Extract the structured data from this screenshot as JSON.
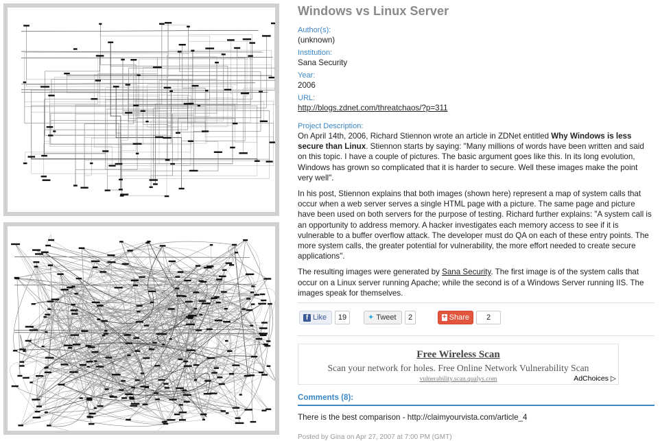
{
  "title": "Windows vs Linux Server",
  "fields": {
    "author_label": "Author(s):",
    "author_value": "(unknown)",
    "institution_label": "Institution:",
    "institution_value": "Sana Security",
    "year_label": "Year:",
    "year_value": "2006",
    "url_label": "URL:",
    "url_value": "http://blogs.zdnet.com/threatchaos/?p=311",
    "description_label": "Project Description:"
  },
  "description": {
    "p1_before": "On April 14th, 2006, Richard Stiennon wrote an article in ZDNet entitled ",
    "p1_bold": "Why Windows is less secure than Linux",
    "p1_after": ". Stiennon starts by saying: \"Many millions of words have been written and said on this topic. I have a couple of pictures. The basic argument goes like this. In its long evolution, Windows has grown so complicated that it is harder to secure. Well these images make the point very well\".",
    "p2": "In his post, Stiennon explains that both images (shown here) represent a map of system calls that occur when a web server serves a single HTML page with a picture. The same page and picture have been used on both servers for the purpose of testing. Richard further explains: \"A system call is an opportunity to address memory. A hacker investigates each memory access to see if it is vulnerable to a buffer overflow attack. The developer must do QA on each of these entry points. The more system calls, the greater potential for vulnerability, the more effort needed to create secure applications\".",
    "p3_before": "The resulting images were generated by ",
    "p3_link": "Sana Security",
    "p3_after": ". The first image is of the system calls that occur on a Linux server running Apache; while the second is of a Windows Server running IIS. The images speak for themselves."
  },
  "social": {
    "like_label": "Like",
    "like_count": "19",
    "tweet_label": "Tweet",
    "tweet_count": "2",
    "share_label": "Share",
    "share_count": "2"
  },
  "ad": {
    "title": "Free Wireless Scan",
    "text": "Scan your network for holes. Free Online Network Vulnerability Scan",
    "url": "vulnerability.scan.qualys.com",
    "choices": "AdChoices"
  },
  "comments": {
    "title": "Comments (8):",
    "first_text": "There is the best comparison - http://claimyourvista.com/article_4",
    "posted": "Posted by Gina on Apr 27, 2007 at 7:00 PM (GMT)"
  },
  "colors": {
    "accent_blue": "#3a87c8",
    "title_gray": "#888888",
    "share_red": "#e2563f",
    "facebook_blue": "#3b5998"
  }
}
